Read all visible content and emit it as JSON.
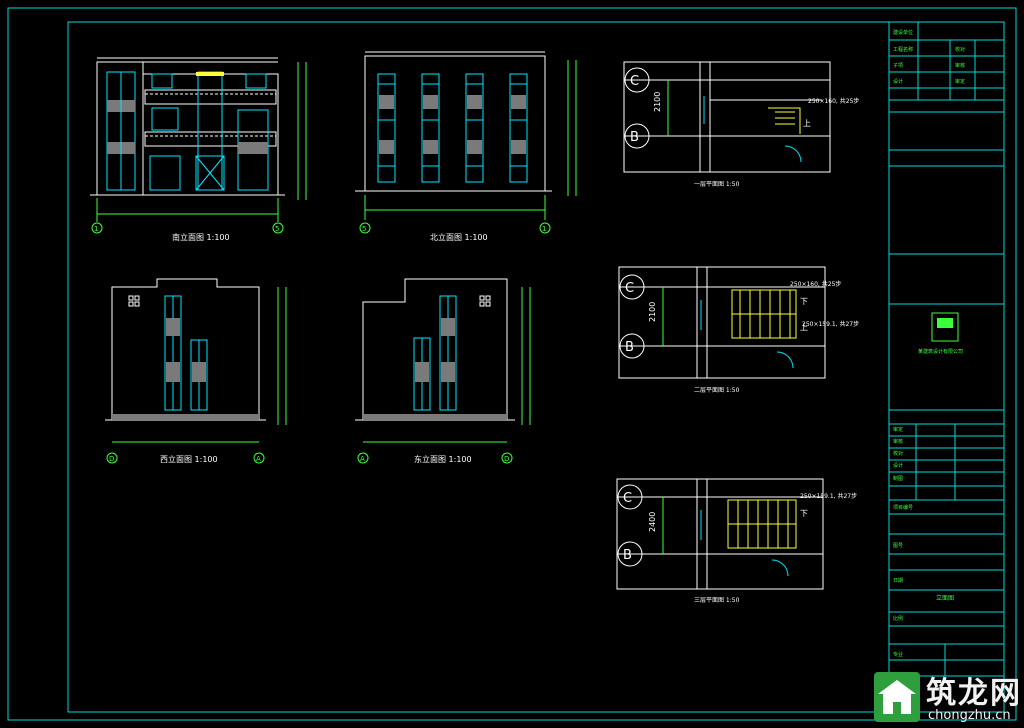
{
  "drawing": {
    "colors": {
      "frame": "#00d8d8",
      "line": "#ffffff",
      "window": "#00e5ff",
      "wall": "#7a7a7a",
      "dim": "#3cff3c",
      "accent": "#ffff33",
      "red": "#ff3030"
    },
    "elevations": {
      "front_title": "南立面图 1:100",
      "rear_title": "北立面图 1:100",
      "left_title": "西立面图 1:100",
      "right_title": "东立面图 1:100"
    },
    "axes": {
      "a1": "1",
      "a5": "5",
      "aD": "D",
      "aA": "A",
      "bA": "A",
      "bD": "D"
    },
    "stairs": {
      "s1_title": "一层平面图 1:50",
      "s2_title": "二层平面图 1:50",
      "s3_title": "三层平面图 1:50",
      "axis_c": "C",
      "axis_b": "B",
      "dim_2100": "2100",
      "dim_2400": "2400",
      "note1": "250×160, 共25步",
      "note2": "250×159.1, 共27步",
      "up": "上",
      "down": "下"
    }
  },
  "title_block": {
    "rows_top": [
      "建设单位",
      "工程名称",
      "子项",
      "设计",
      "校对",
      "审核",
      "审定"
    ],
    "company": "某建筑设计有限公司",
    "sheet_title": "立面图",
    "labels": [
      "项目编号",
      "图号",
      "日期",
      "比例",
      "专业"
    ],
    "sign_rows": [
      "审定",
      "审核",
      "校对",
      "设计",
      "制图"
    ]
  },
  "watermark": {
    "cn": "筑龙网",
    "en": "chongzhu.cn"
  }
}
